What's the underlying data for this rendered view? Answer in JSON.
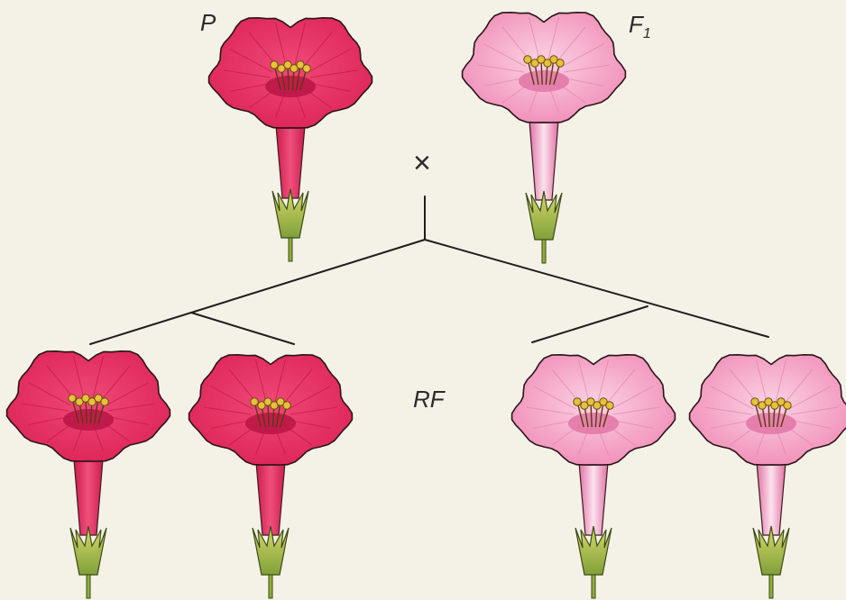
{
  "labels": {
    "parent": "P",
    "f1_base": "F",
    "f1_sub": "1",
    "cross": "×",
    "offspring": "RF"
  },
  "colors": {
    "background": "#f4f1e6",
    "red_petal": "#dd2457",
    "red_petal_light": "#ef4a78",
    "pink_petal": "#f08cb6",
    "pink_petal_light": "#f8bcd5",
    "sepal": "#8fae3e",
    "sepal_light": "#d8d86a",
    "stamen": "#e6c23a",
    "line": "#1e1e1e"
  },
  "flowers": [
    {
      "id": "parent-red",
      "color": "red"
    },
    {
      "id": "parent-f1-pink",
      "color": "pink"
    },
    {
      "id": "offspring-red-1",
      "color": "red"
    },
    {
      "id": "offspring-red-2",
      "color": "red"
    },
    {
      "id": "offspring-pink-1",
      "color": "pink"
    },
    {
      "id": "offspring-pink-2",
      "color": "pink"
    }
  ]
}
